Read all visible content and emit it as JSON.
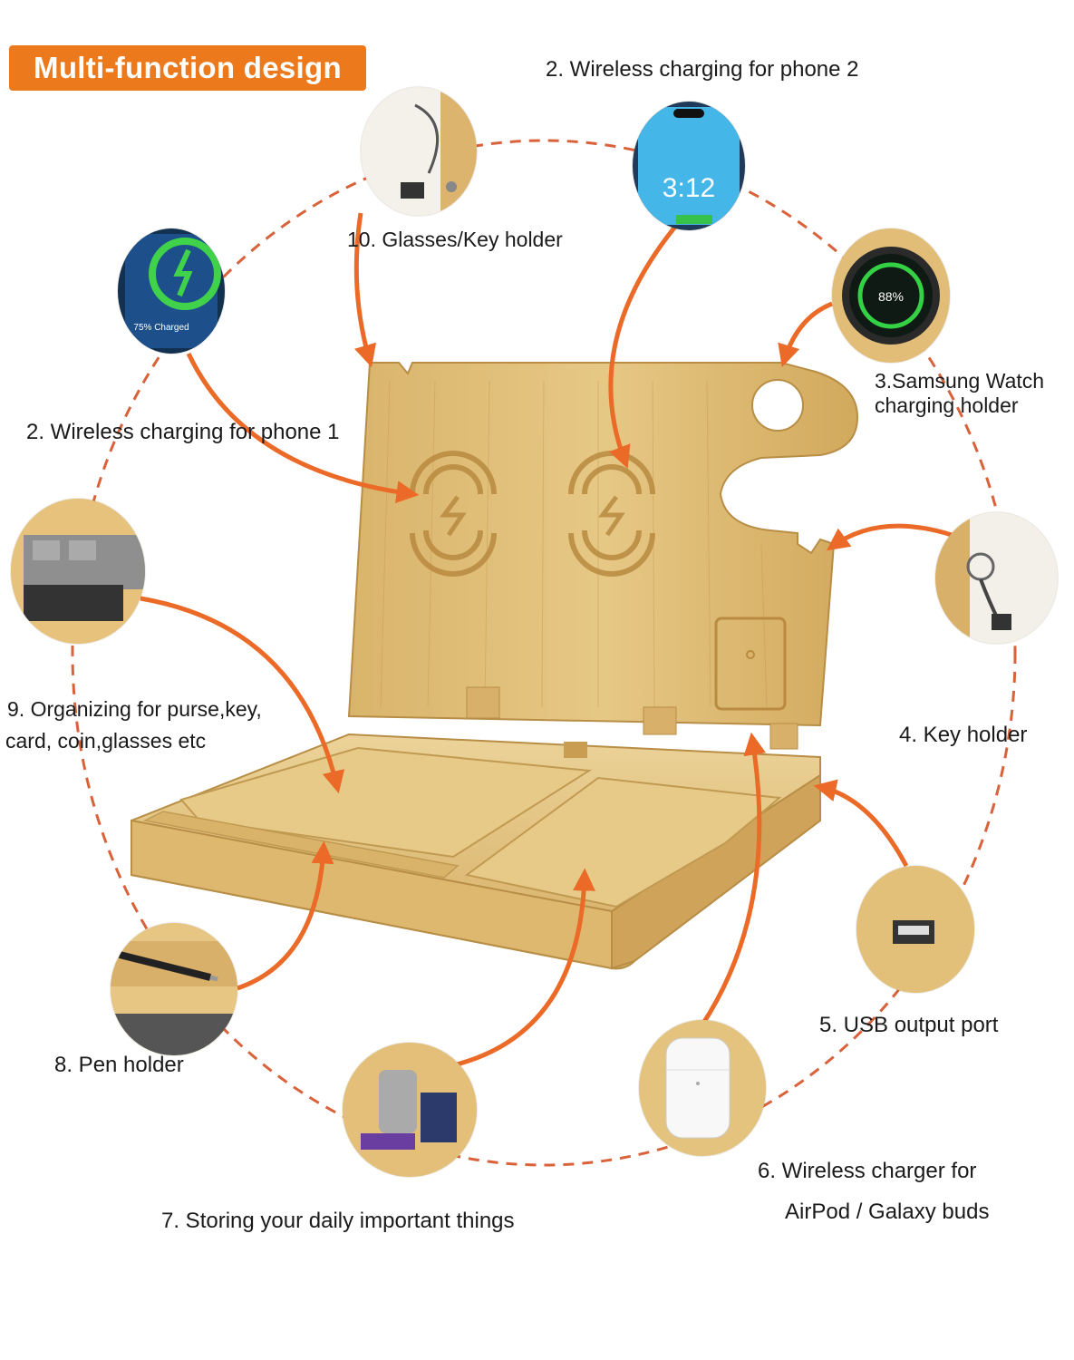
{
  "header": {
    "badge": "Multi-function design"
  },
  "colors": {
    "accent": "#ec7a1c",
    "wood": "#e2c07a",
    "wood_dark": "#c99d52",
    "dash": "#d9623a"
  },
  "features": [
    {
      "id": "phone2",
      "text": "2. Wireless charging for phone 2",
      "icon": "phone-screen-icon",
      "screen_time": "3:12"
    },
    {
      "id": "glasses",
      "text": "10. Glasses/Key holder",
      "icon": "glasses-key-icon"
    },
    {
      "id": "phone1",
      "text": "2. Wireless charging for phone 1",
      "icon": "charging-phone-icon",
      "charge_text": "75% Charged"
    },
    {
      "id": "watch",
      "line1": "3.Samsung Watch",
      "line2": "charging holder",
      "icon": "smartwatch-icon",
      "watch_text": "88%"
    },
    {
      "id": "organize",
      "line1": "9. Organizing for purse,key,",
      "line2": "card, coin,glasses etc",
      "icon": "organizer-tray-icon"
    },
    {
      "id": "key",
      "text": "4. Key holder",
      "icon": "key-ring-icon"
    },
    {
      "id": "usb",
      "text": "5. USB output port",
      "icon": "usb-port-icon"
    },
    {
      "id": "pen",
      "text": "8. Pen holder",
      "icon": "pen-icon"
    },
    {
      "id": "airpod",
      "line1": "6. Wireless charger for",
      "line2": "AirPod / Galaxy buds",
      "icon": "earbuds-case-icon"
    },
    {
      "id": "storage",
      "text": "7. Storing your daily important things",
      "icon": "storage-items-icon"
    }
  ]
}
